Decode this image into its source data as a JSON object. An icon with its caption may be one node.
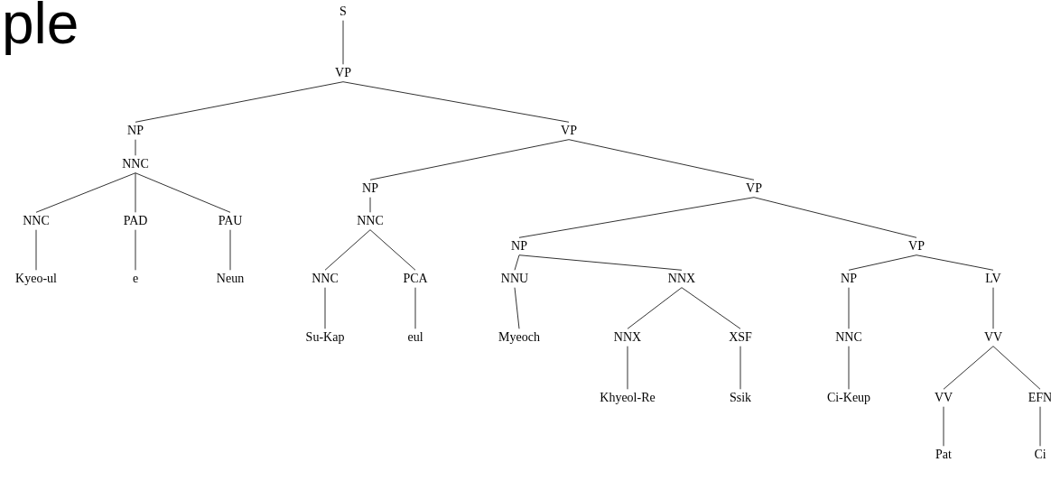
{
  "diagram": {
    "nodes": [
      {
        "text": [
          "S"
        ]
      },
      {
        "text": [
          "VP"
        ]
      },
      {
        "text": [
          "NP"
        ]
      },
      {
        "text": [
          "VP"
        ]
      },
      {
        "text": [
          "NNC"
        ]
      },
      {
        "text": [
          "NNC"
        ]
      },
      {
        "text": [
          "PAD"
        ]
      },
      {
        "text": [
          "PAU"
        ]
      },
      {
        "text": [
          "Kyeo-ul"
        ]
      },
      {
        "text": [
          "e"
        ]
      },
      {
        "text": [
          "Neun"
        ]
      },
      {
        "text": [
          "NP"
        ]
      },
      {
        "text": [
          "VP"
        ]
      },
      {
        "text": [
          "NNC"
        ]
      },
      {
        "text": [
          "NNC"
        ]
      },
      {
        "text": [
          "PCA"
        ]
      },
      {
        "text": [
          "Su-Kap"
        ]
      },
      {
        "text": [
          "eul"
        ]
      },
      {
        "text": [
          "NP"
        ]
      },
      {
        "text": [
          "VP"
        ]
      },
      {
        "text": [
          "NNU"
        ]
      },
      {
        "text": [
          "NNX"
        ]
      },
      {
        "text": [
          "Myeoch"
        ]
      },
      {
        "text": [
          "NNX"
        ]
      },
      {
        "text": [
          "XSF"
        ]
      },
      {
        "text": [
          "Khyeol-Re"
        ]
      },
      {
        "text": [
          "Ssik"
        ]
      },
      {
        "text": [
          "NP"
        ]
      },
      {
        "text": [
          "LV"
        ]
      },
      {
        "text": [
          "NNC"
        ]
      },
      {
        "text": [
          "VV"
        ]
      },
      {
        "text": [
          "Ci-Keup"
        ]
      },
      {
        "text": [
          "VV"
        ]
      },
      {
        "text": [
          "EFN"
        ]
      },
      {
        "text": [
          "Pat"
        ]
      },
      {
        "text": [
          "Ci"
        ]
      }
    ],
    "edges": [
      {
        "from": 0,
        "to": 1,
        "arrow": "none"
      },
      {
        "from": 1,
        "to": 2,
        "arrow": "none"
      },
      {
        "from": 1,
        "to": 3,
        "arrow": "none"
      },
      {
        "from": 2,
        "to": 4,
        "arrow": "none"
      },
      {
        "from": 4,
        "to": 5,
        "arrow": "none"
      },
      {
        "from": 4,
        "to": 6,
        "arrow": "none"
      },
      {
        "from": 4,
        "to": 7,
        "arrow": "none"
      },
      {
        "from": 5,
        "to": 8,
        "arrow": "none"
      },
      {
        "from": 6,
        "to": 9,
        "arrow": "none"
      },
      {
        "from": 7,
        "to": 10,
        "arrow": "none"
      },
      {
        "from": 3,
        "to": 11,
        "arrow": "none"
      },
      {
        "from": 3,
        "to": 12,
        "arrow": "none"
      },
      {
        "from": 11,
        "to": 13,
        "arrow": "none"
      },
      {
        "from": 13,
        "to": 14,
        "arrow": "none"
      },
      {
        "from": 13,
        "to": 15,
        "arrow": "none"
      },
      {
        "from": 14,
        "to": 16,
        "arrow": "none"
      },
      {
        "from": 15,
        "to": 17,
        "arrow": "none"
      },
      {
        "from": 12,
        "to": 18,
        "arrow": "none"
      },
      {
        "from": 12,
        "to": 19,
        "arrow": "none"
      },
      {
        "from": 18,
        "to": 20,
        "arrow": "none"
      },
      {
        "from": 18,
        "to": 21,
        "arrow": "none"
      },
      {
        "from": 20,
        "to": 22,
        "arrow": "none"
      },
      {
        "from": 21,
        "to": 23,
        "arrow": "none"
      },
      {
        "from": 21,
        "to": 24,
        "arrow": "none"
      },
      {
        "from": 23,
        "to": 25,
        "arrow": "none"
      },
      {
        "from": 24,
        "to": 26,
        "arrow": "none"
      },
      {
        "from": 19,
        "to": 27,
        "arrow": "none"
      },
      {
        "from": 19,
        "to": 28,
        "arrow": "none"
      },
      {
        "from": 27,
        "to": 29,
        "arrow": "none"
      },
      {
        "from": 28,
        "to": 30,
        "arrow": "none"
      },
      {
        "from": 29,
        "to": 31,
        "arrow": "none"
      },
      {
        "from": 30,
        "to": 32,
        "arrow": "none"
      },
      {
        "from": 30,
        "to": 33,
        "arrow": "none"
      },
      {
        "from": 32,
        "to": 34,
        "arrow": "none"
      },
      {
        "from": 33,
        "to": 35,
        "arrow": "none"
      }
    ],
    "labels": [
      "ple"
    ]
  }
}
